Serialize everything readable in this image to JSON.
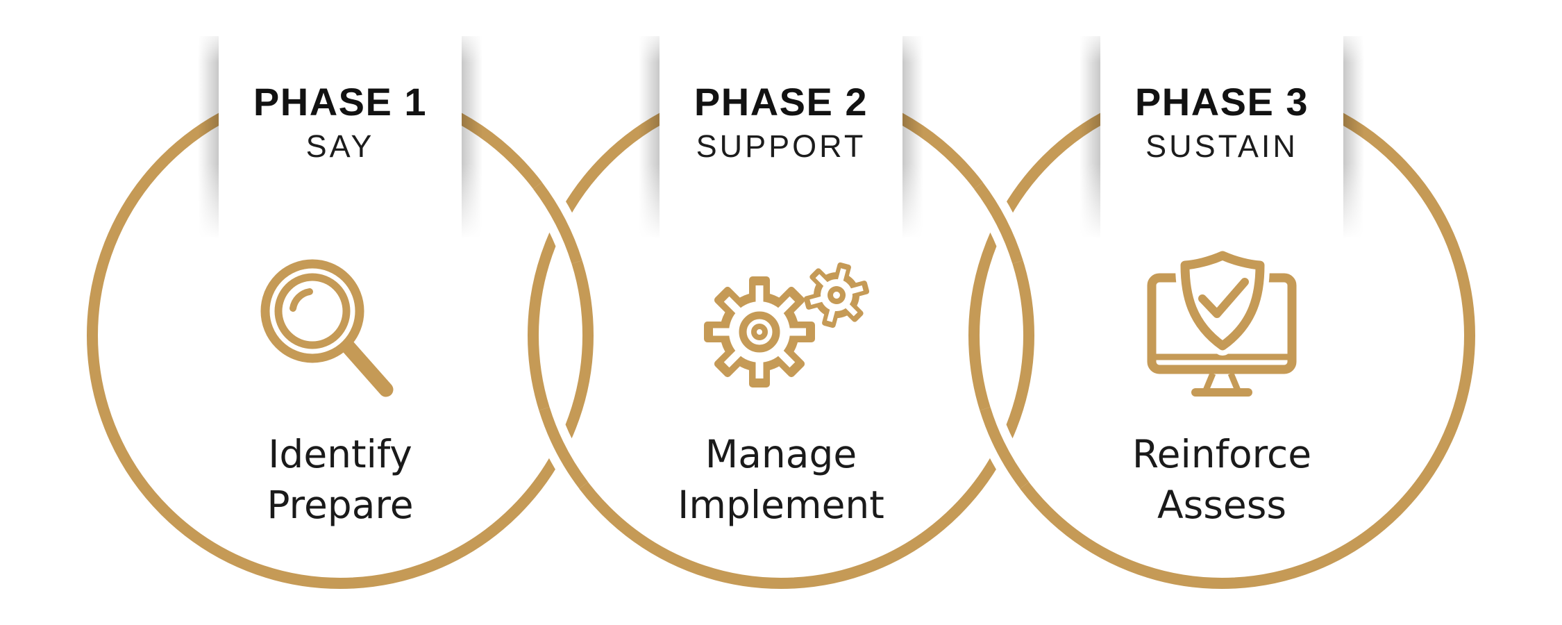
{
  "diagram_title": "Three phase process rings",
  "colors": {
    "gold": "#C59A56",
    "text_dark": "#121212",
    "background": "#ffffff"
  },
  "phases": [
    {
      "phase_label": "PHASE 1",
      "keyword": "SAY",
      "icon": "magnifying-glass-icon",
      "line1": "Identify",
      "line2": "Prepare"
    },
    {
      "phase_label": "PHASE 2",
      "keyword": "SUPPORT",
      "icon": "gears-icon",
      "line1": "Manage",
      "line2": "Implement"
    },
    {
      "phase_label": "PHASE 3",
      "keyword": "SUSTAIN",
      "icon": "monitor-shield-check-icon",
      "line1": "Reinforce",
      "line2": "Assess"
    }
  ]
}
